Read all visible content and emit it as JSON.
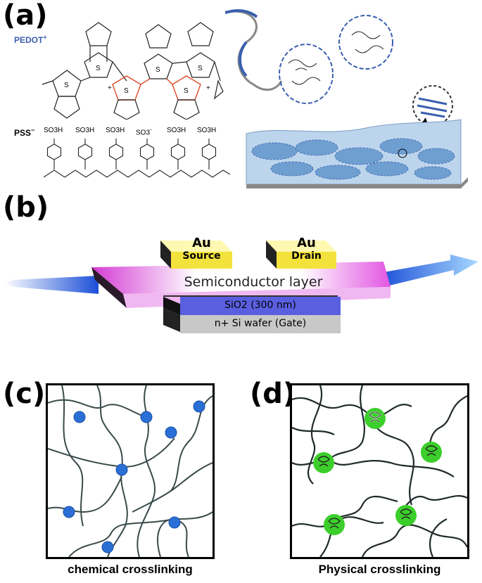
{
  "panels": {
    "a": {
      "label": "(a)",
      "pedot_label": "PEDOT",
      "pedot_charge": "+",
      "pss_label": "PSS",
      "pss_charge": "−",
      "ring_atom": "S",
      "plus": "+",
      "so3h": "SO3H",
      "so3_anion": "SO3",
      "anion_sign": "-"
    },
    "b": {
      "label": "(b)",
      "source_metal": "Au",
      "source_label": "Source",
      "drain_metal": "Au",
      "drain_label": "Drain",
      "semiconductor": "Semiconductor layer",
      "oxide": "SiO2 (300 nm)",
      "substrate": "n+ Si wafer (Gate)"
    },
    "c": {
      "label": "(c)",
      "caption": "chemical crosslinking"
    },
    "d": {
      "label": "(d)",
      "caption": "Physical crosslinking"
    }
  },
  "colors": {
    "pedot_blue": "#3a5fae",
    "conjugation_red": "#e04a2a",
    "gold": "#f4e23c",
    "magenta": "#e255e2",
    "oxide_blue": "#5a5fe0",
    "wafer_gray": "#c8c8c8",
    "crosslink_blue": "#2a6fd6",
    "crosslink_green": "#3ccf2c"
  }
}
